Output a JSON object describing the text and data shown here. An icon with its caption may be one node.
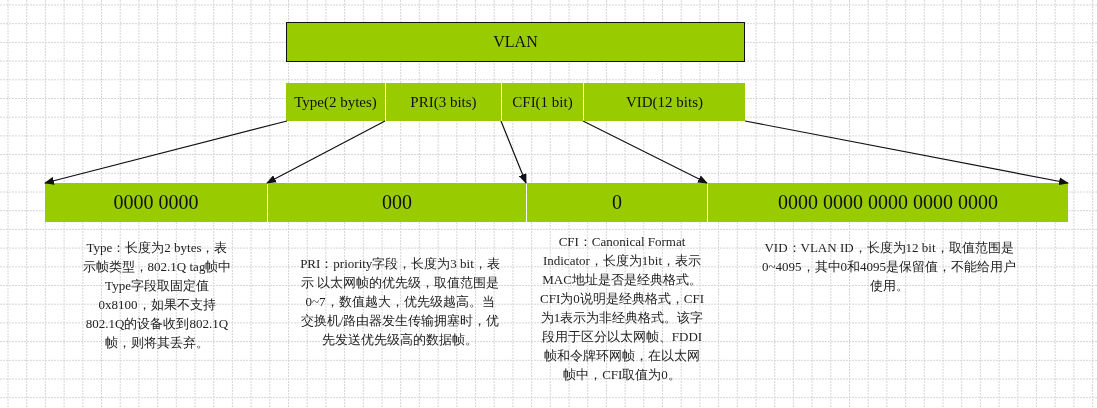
{
  "diagram": {
    "nodes": [
      {
        "text": [
          "VLAN"
        ]
      },
      {
        "text": [
          "Type(2 bytes)"
        ]
      },
      {
        "text": [
          "PRI(3 bits)"
        ]
      },
      {
        "text": [
          "CFI(1 bit)"
        ]
      },
      {
        "text": [
          "VID(12 bits)"
        ]
      },
      {
        "text": [
          "0000 0000"
        ],
        "beside": [
          "Type：长度为2 bytes，表示帧类型，802.1Q tag帧中Type字段取固定值0x8100，如果不支持802.1Q的设备收到802.1Q帧，则将其丢弃。"
        ]
      },
      {
        "text": [
          "000"
        ],
        "beside": [
          "PRI：priority字段，长度为3 bit，表示 以太网帧的优先级，取值范围是0~7，数值越大，优先级越高。当交换机/路由器发生传输拥塞时，优先发送优先级高的数据帧。"
        ]
      },
      {
        "text": [
          "0"
        ],
        "beside": [
          "CFI：Canonical Format Indicator，长度为1bit，表示MAC地址是否是经典格式。CFI为0说明是经典格式，CFI为1表示为非经典格式。该字段用于区分以太网帧、FDDI帧和令牌环网帧，在以太网帧中，CFI取值为0。"
        ]
      },
      {
        "text": [
          "0000 0000 0000 0000 0000"
        ],
        "beside": [
          "VID：VLAN ID，长度为12 bit，取值范围是0~4095，其中0和4095是保留值，不能给用户使用。"
        ]
      }
    ],
    "edges": [
      {
        "from": 1,
        "to": 5,
        "arrow": "to"
      },
      {
        "from": 1,
        "to": 5,
        "arrow": "to"
      },
      {
        "from": 2,
        "to": 6,
        "arrow": "to"
      },
      {
        "from": 3,
        "to": 7,
        "arrow": "to"
      },
      {
        "from": 4,
        "to": 8,
        "arrow": "to"
      }
    ]
  }
}
